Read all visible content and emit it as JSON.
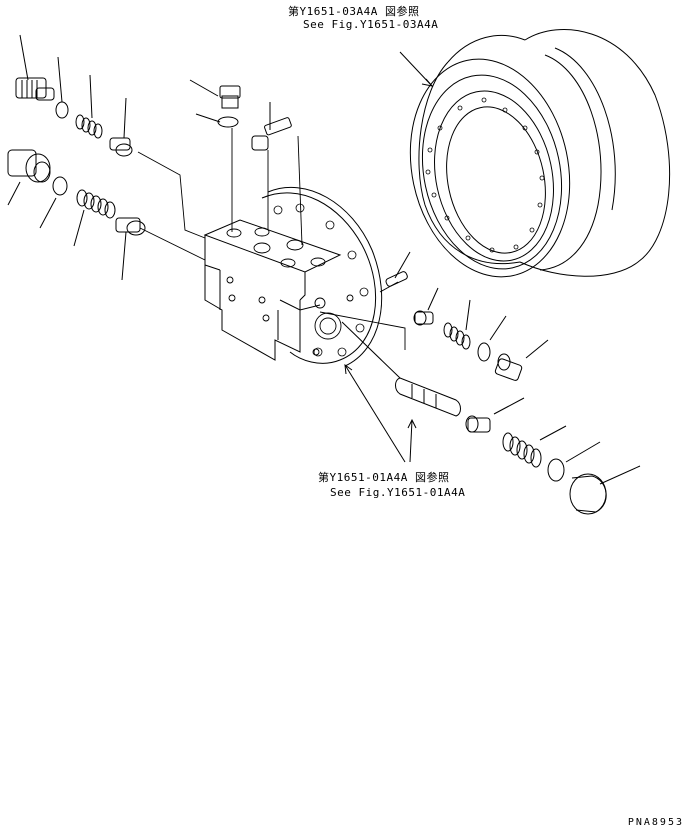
{
  "references": {
    "top_jp": "第Y1651-03A4A 図参照",
    "top_en": "See Fig.Y1651-03A4A",
    "bottom_jp": "第Y1651-01A4A 図参照",
    "bottom_en": "See Fig.Y1651-01A4A"
  },
  "drawing_code": "PNA8953"
}
